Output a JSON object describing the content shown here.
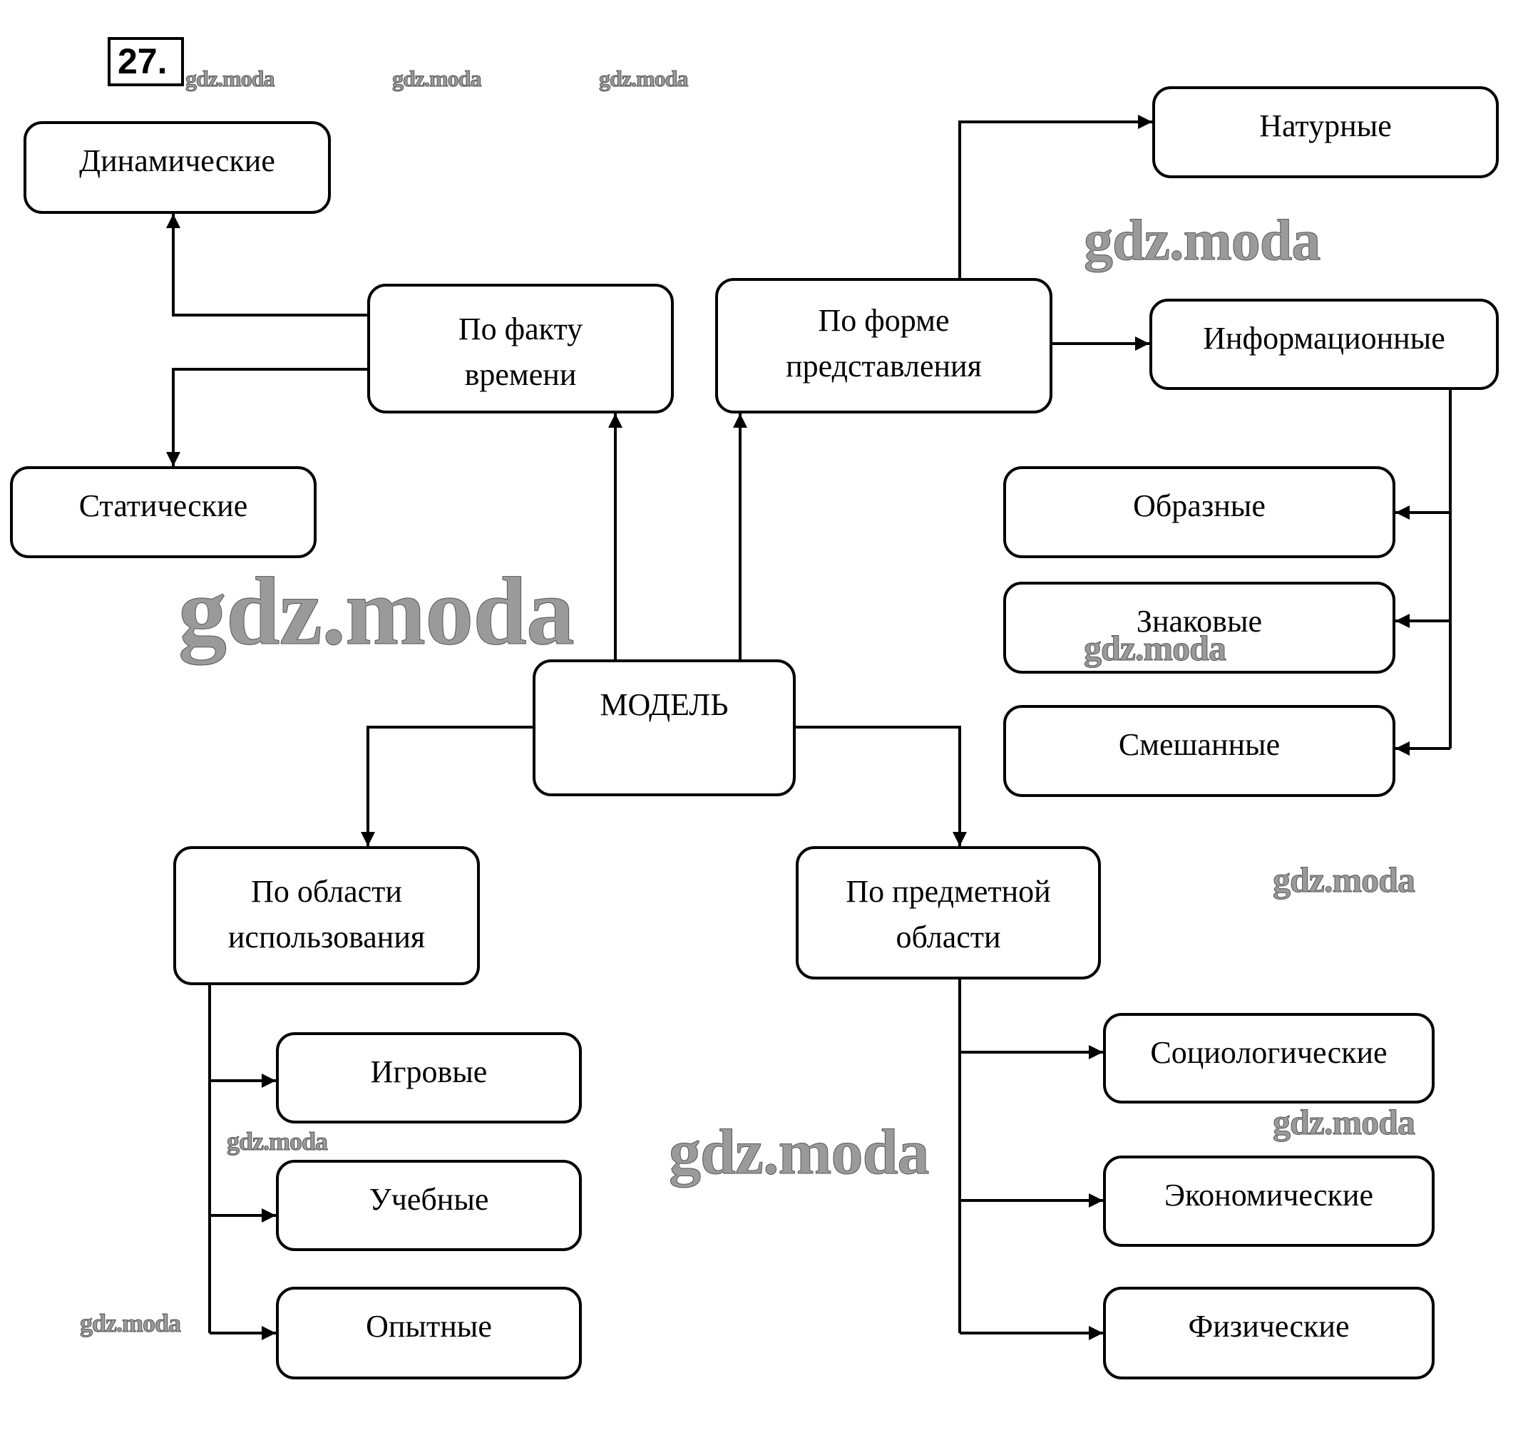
{
  "task_number": "27.",
  "watermark": "gdz.moda",
  "nodes": {
    "root": "МОДЕЛЬ",
    "time": [
      "По факту",
      "времени"
    ],
    "dynamic": "Динамические",
    "static": "Статические",
    "form": [
      "По форме",
      "представления"
    ],
    "natural": "Натурные",
    "informational": "Информационные",
    "figurative": "Образные",
    "symbolic": "Знаковые",
    "mixed": "Смешанные",
    "usage": [
      "По области",
      "использования"
    ],
    "game": "Игровые",
    "educational": "Учебные",
    "experimental": "Опытные",
    "subject": [
      "По предметной",
      "области"
    ],
    "sociological": "Социологические",
    "economic": "Экономические",
    "physical": "Физические"
  }
}
